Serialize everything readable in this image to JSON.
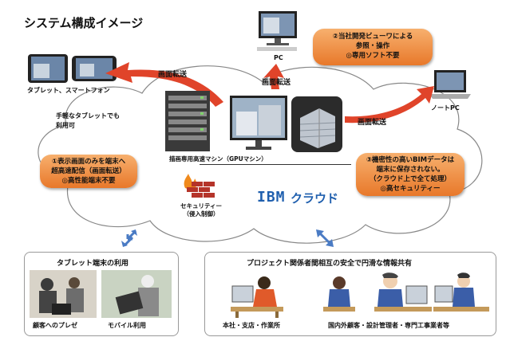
{
  "title": "システム構成イメージ",
  "devices": {
    "tablet_label": "タブレット、スマートフォン",
    "tablet_note": "手軽なタブレットでも\n利用可",
    "pc_label": "PC",
    "notepc_label": "ノートPC"
  },
  "transfer_label": "画面転送",
  "server_label": "描画専用高速マシン（GPUマシン）",
  "security_label": "セキュリティー\n（侵入制御）",
  "cloud_brand": "IBM",
  "cloud_label": "クラウド",
  "callouts": {
    "one": [
      "①表示画面のみを端末へ",
      "超高速配信（画面転送）",
      "◎高性能端末不要"
    ],
    "two": [
      "②当社開発ビューワによる",
      "参照・操作",
      "◎専用ソフト不要"
    ],
    "three": [
      "③機密性の高いBIMデータは",
      "端末に保存されない。",
      "（クラウド上で全て処理）",
      "◎高セキュリティー"
    ]
  },
  "tablet_box": {
    "title": "タブレット端末の利用",
    "left_caption": "顧客へのプレゼ",
    "right_caption": "モバイル利用"
  },
  "share_box": {
    "title": "プロジェクト関係者間相互の安全で円滑な情報共有",
    "left_caption": "本社・支店・作業所",
    "right_caption": "国内外顧客・設計管理者・専門工事業者等"
  },
  "colors": {
    "orange_top": "#f7b06e",
    "orange_bottom": "#e8782a",
    "arrow_red": "#e0442a",
    "ibm_blue": "#1f5fae"
  }
}
